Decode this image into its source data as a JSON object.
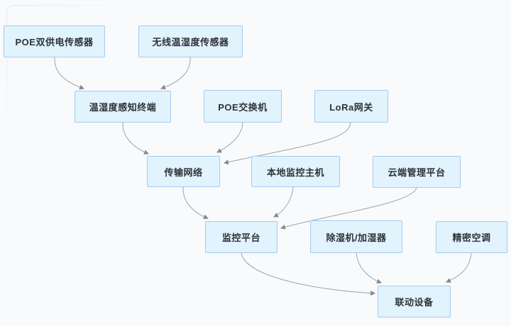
{
  "diagram": {
    "title_hint": "temperature-humidity-monitoring-topology",
    "colors": {
      "background": "#f8fafc",
      "node_fill": "#e1f3fd",
      "node_border": "#a5cbf0",
      "node_text": "#2e3338",
      "edge_line": "#9fa4aa",
      "arrowhead": "#85898f"
    },
    "nodes": [
      {
        "id": "poe-dual-power-sensor",
        "label": "POE双供电传感器"
      },
      {
        "id": "wireless-temp-humidity-sensor",
        "label": "无线温湿度传感器"
      },
      {
        "id": "temp-humidity-terminal",
        "label": "温湿度感知终端"
      },
      {
        "id": "poe-switch",
        "label": "POE交换机"
      },
      {
        "id": "lora-gateway",
        "label": "LoRa网关"
      },
      {
        "id": "transmission-network",
        "label": "传输网络"
      },
      {
        "id": "local-monitoring-host",
        "label": "本地监控主机"
      },
      {
        "id": "cloud-management-platform",
        "label": "云端管理平台"
      },
      {
        "id": "monitoring-platform",
        "label": "监控平台"
      },
      {
        "id": "dehumidifier-humidifier",
        "label": "除湿机/加湿器"
      },
      {
        "id": "precision-air-conditioner",
        "label": "精密空调"
      },
      {
        "id": "linkage-device",
        "label": "联动设备"
      }
    ],
    "edges": [
      {
        "from": "poe-dual-power-sensor",
        "to": "temp-humidity-terminal"
      },
      {
        "from": "wireless-temp-humidity-sensor",
        "to": "temp-humidity-terminal"
      },
      {
        "from": "temp-humidity-terminal",
        "to": "transmission-network"
      },
      {
        "from": "poe-switch",
        "to": "transmission-network"
      },
      {
        "from": "lora-gateway",
        "to": "transmission-network"
      },
      {
        "from": "transmission-network",
        "to": "monitoring-platform"
      },
      {
        "from": "local-monitoring-host",
        "to": "monitoring-platform"
      },
      {
        "from": "cloud-management-platform",
        "to": "monitoring-platform"
      },
      {
        "from": "monitoring-platform",
        "to": "linkage-device"
      },
      {
        "from": "dehumidifier-humidifier",
        "to": "linkage-device"
      },
      {
        "from": "precision-air-conditioner",
        "to": "linkage-device"
      }
    ]
  }
}
